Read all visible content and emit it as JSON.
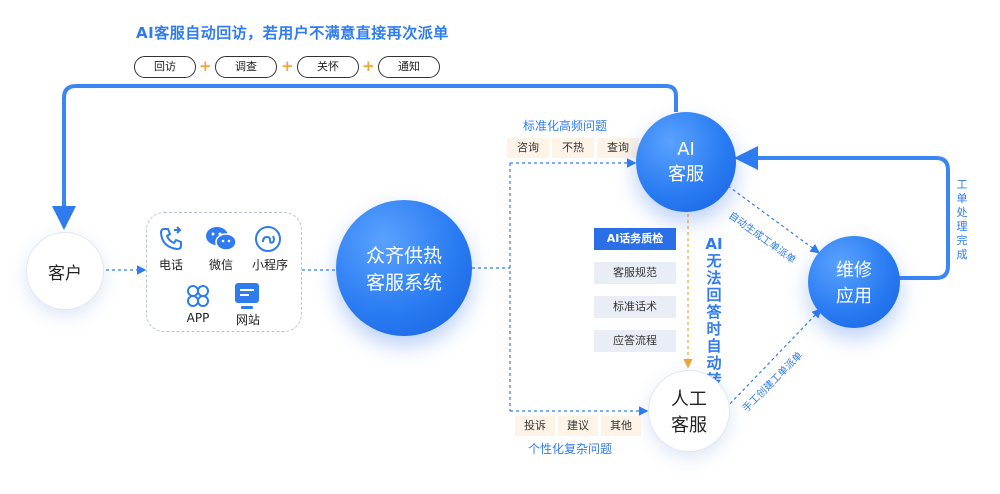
{
  "header": {
    "title": "AI客服自动回访，若用户不满意直接再次派单",
    "steps": [
      "回访",
      "调查",
      "关怀",
      "通知"
    ],
    "plus": "+"
  },
  "customer": {
    "label": "客户"
  },
  "channels": {
    "items": [
      {
        "label": "电话",
        "icon": "phone-icon"
      },
      {
        "label": "微信",
        "icon": "wechat-icon"
      },
      {
        "label": "小程序",
        "icon": "mini-program-icon"
      },
      {
        "label": "APP",
        "icon": "app-icon"
      },
      {
        "label": "网站",
        "icon": "website-icon"
      }
    ]
  },
  "system": {
    "line1": "众齐供热",
    "line2": "客服系统"
  },
  "ai_service": {
    "line1": "AI",
    "line2": "客服"
  },
  "human_service": {
    "line1": "人工",
    "line2": "客服"
  },
  "repair": {
    "line1": "维修",
    "line2": "应用"
  },
  "standard": {
    "label": "标准化高频问题",
    "tags": [
      "咨询",
      "不热",
      "查询"
    ]
  },
  "personal": {
    "label": "个性化复杂问题",
    "tags": [
      "投诉",
      "建议",
      "其他"
    ]
  },
  "qa": {
    "items": [
      "AI话务质检",
      "客服规范",
      "标准话术",
      "应答流程"
    ]
  },
  "transfer_text": "AI无法回答时自动转人工",
  "auto_dispatch": "自动生成工单派单",
  "manual_dispatch": "手工创建工单派单",
  "ticket_done": "工单处理完成",
  "colors": {
    "accent": "#2f7cf0",
    "orange": "#f3a43b",
    "tag_bg": "#fdf3e6"
  }
}
